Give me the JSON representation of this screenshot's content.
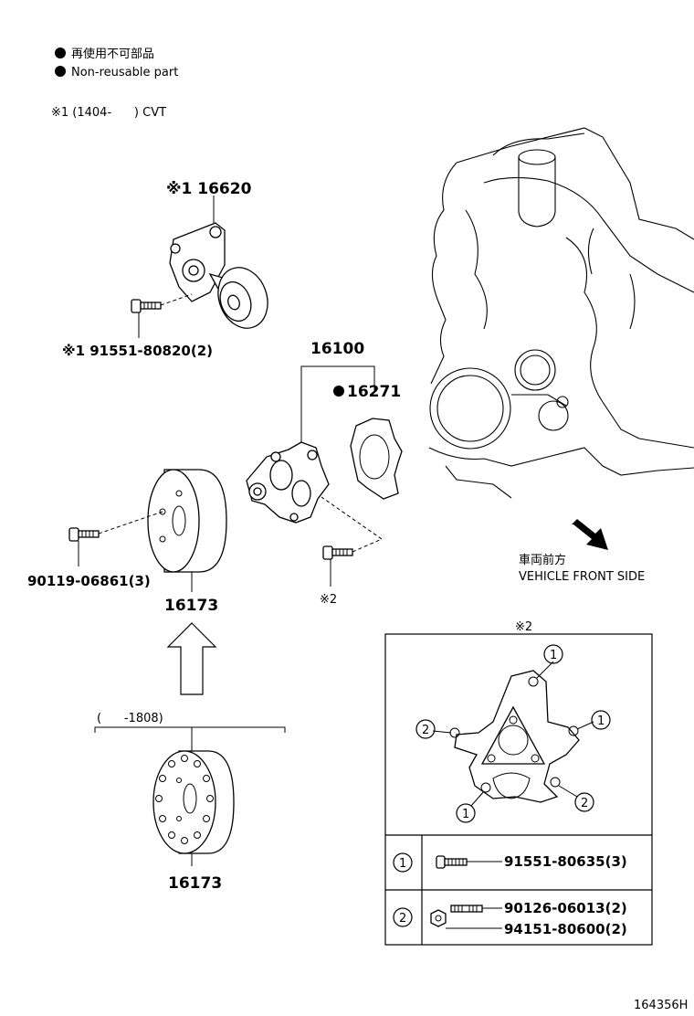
{
  "legend": {
    "line1": "再使用不可部品",
    "line2": "Non-reusable part",
    "variant_note": "※1 (1404-      ) CVT"
  },
  "callouts": {
    "tensioner": "※1 16620",
    "tensioner_bolt": "※1 91551-80820(2)",
    "water_pump": "16100",
    "gasket": "16271",
    "pulley_bolt": "90119-06861(3)",
    "pulley_upper": "16173",
    "pump_bolt_ref": "※2",
    "pulley_range": "(      -1808)",
    "pulley_lower": "16173",
    "vehicle_front_jp": "車両前方",
    "vehicle_front_en": "VEHICLE FRONT SIDE"
  },
  "detail_box": {
    "title": "※2",
    "markers": {
      "one": "1",
      "two": "2"
    },
    "rows": [
      {
        "marker": "1",
        "parts": [
          "91551-80635(3)"
        ]
      },
      {
        "marker": "2",
        "parts": [
          "90126-06013(2)",
          "94151-80600(2)"
        ]
      }
    ]
  },
  "footer": {
    "illustration_id": "164356H"
  }
}
